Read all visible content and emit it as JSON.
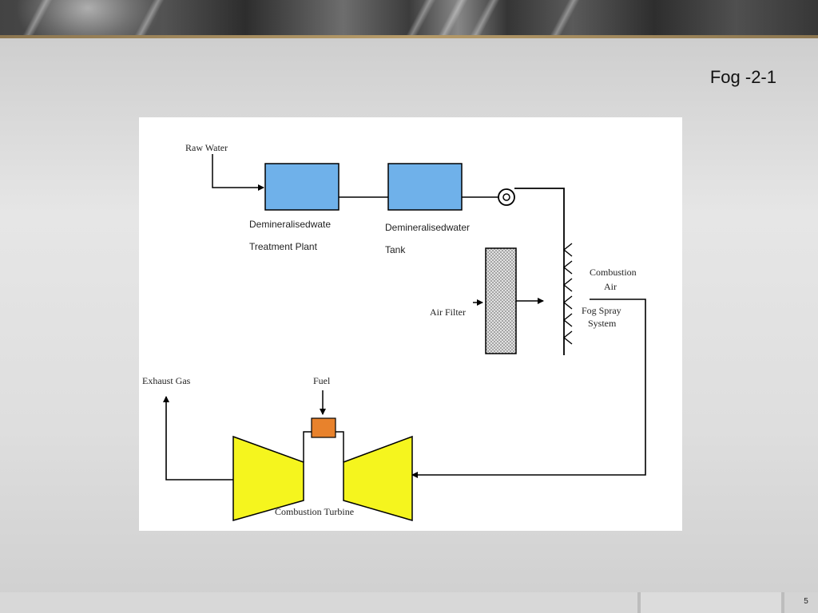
{
  "slide": {
    "title": "Fog -2-1",
    "page_number": "5"
  },
  "diagram": {
    "labels": {
      "raw_water": "Raw Water",
      "demin_plant_line1": "Demineralisedwate",
      "demin_plant_line2": "Treatment Plant",
      "demin_tank_line1": "Demineralisedwater",
      "demin_tank_line2": "Tank",
      "combustion_air_line1": "Combustion",
      "combustion_air_line2": "Air",
      "fog_spray_line1": "Fog Spray",
      "fog_spray_line2": "System",
      "air_filter": "Air Filter",
      "exhaust_gas": "Exhaust Gas",
      "fuel": "Fuel",
      "combustion_turbine": "Combustion Turbine"
    },
    "colors": {
      "box_fill": "#6fb1ea",
      "turbine_fill": "#f5f51e",
      "fuel_box_fill": "#e8822c",
      "filter_fill": "#d8d8d8",
      "line": "#000000"
    }
  }
}
